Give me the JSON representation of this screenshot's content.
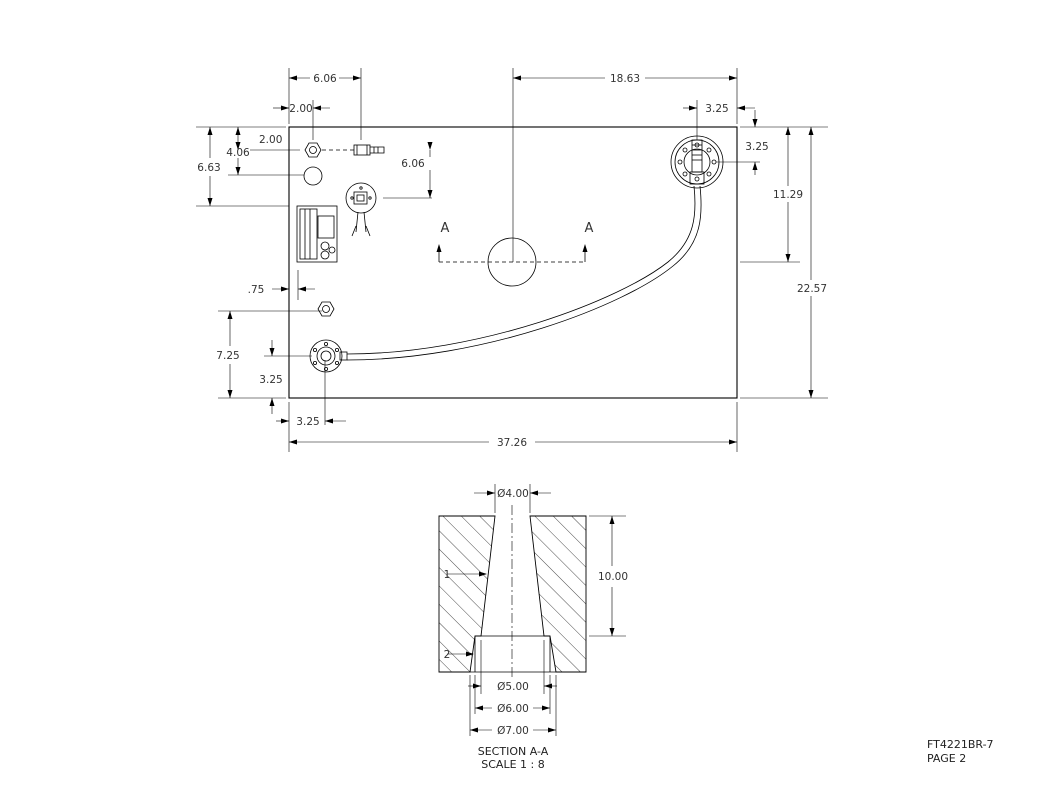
{
  "plan_view": {
    "dims": {
      "top_606": "6.06",
      "left_200": "2.00",
      "top_1863": "18.63",
      "right_325_top": "3.25",
      "v_200": "2.00",
      "v_406": "4.06",
      "v_663": "6.63",
      "v_606": "6.06",
      "right_325_side": "3.25",
      "v_1129": "11.29",
      "v_2257": "22.57",
      "h_075": ".75",
      "v_725": "7.25",
      "v_325": "3.25",
      "h_325_bottom": "3.25",
      "h_3726": "37.26"
    },
    "section_marks": {
      "left": "A",
      "right": "A"
    }
  },
  "section_view": {
    "dims": {
      "dia_top": "Ø4.00",
      "height": "10.00",
      "dia_500": "Ø5.00",
      "dia_600": "Ø6.00",
      "dia_700": "Ø7.00"
    },
    "callouts": {
      "c1": "1",
      "c2": "2"
    },
    "title": "SECTION A-A",
    "scale": "SCALE 1 : 8"
  },
  "title_block": {
    "drawing_number": "FT4221BR-7",
    "page": "PAGE 2"
  }
}
